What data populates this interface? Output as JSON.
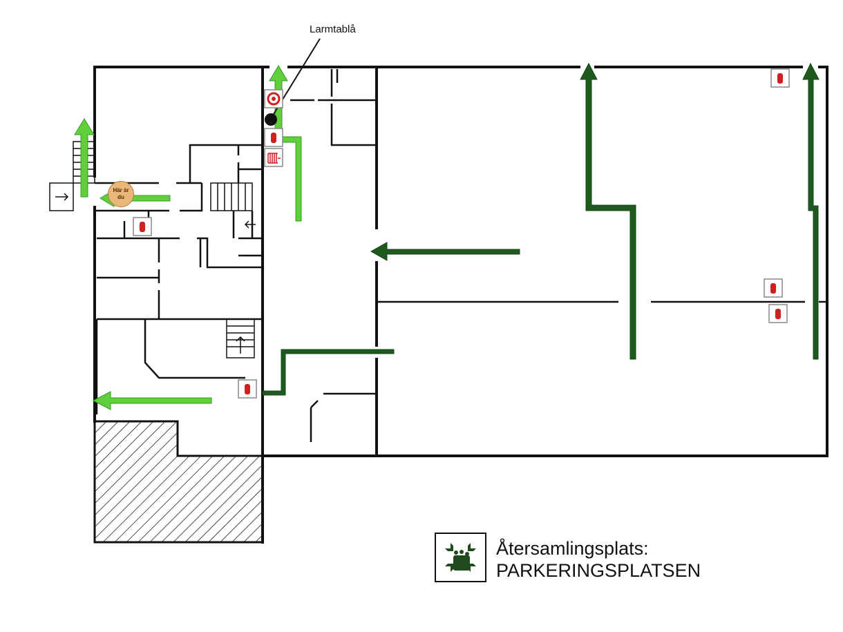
{
  "labels": {
    "alarm_panel": "Larmtablå",
    "you_are_here_line1": "Här är",
    "you_are_here_line2": "du",
    "assembly_title": "Återsamlingsplats:",
    "assembly_place": "PARKERINGSPLATSEN"
  },
  "colors": {
    "exit_light": "#5fcf3a",
    "exit_dark": "#1e5a1e",
    "fire_red": "#d02020",
    "wall": "#111111"
  },
  "icons": [
    "fire-extinguisher-icon",
    "fire-alarm-button-icon",
    "fire-hose-icon",
    "assembly-point-icon",
    "you-are-here-marker",
    "exit-arrow"
  ]
}
